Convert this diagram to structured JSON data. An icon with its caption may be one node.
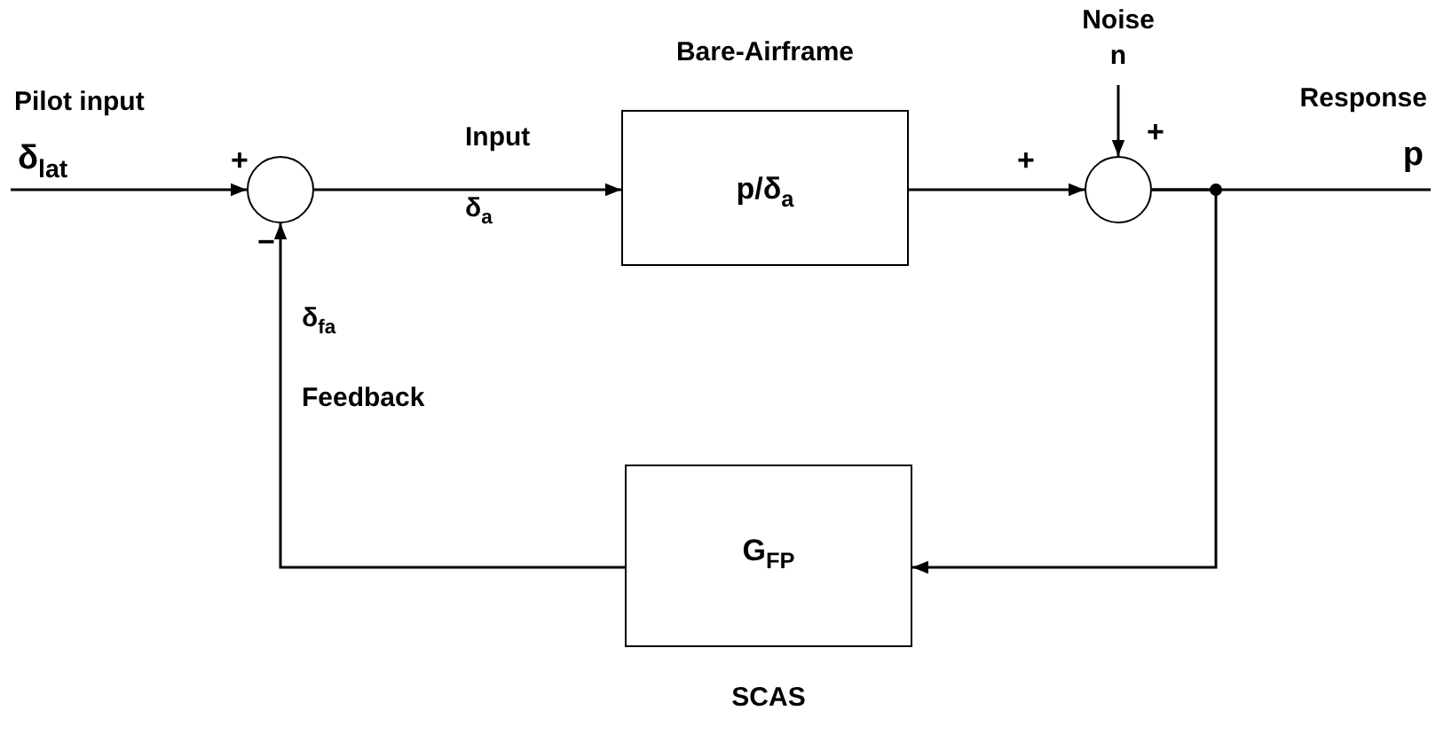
{
  "diagram": {
    "nodes": [
      {
        "text": [
          "Pilot input",
          "δ$_{lat}$"
        ]
      },
      {
        "text": [],
        "shape": "circle",
        "beside": [
          "+",
          "−"
        ]
      },
      {
        "text": [
          "Bare-Airframe",
          "p/δ$_{a}$"
        ]
      },
      {
        "text": [],
        "shape": "circle",
        "beside": [
          "+",
          "+"
        ]
      },
      {
        "text": [
          "Noise",
          "n"
        ]
      },
      {
        "text": [
          "Response",
          "p"
        ]
      },
      {
        "text": [
          "G$_{F}$$_{P}$",
          "SCAS"
        ]
      }
    ],
    "edges": [
      {
        "from": 0,
        "to": 1,
        "arrow": "to"
      },
      {
        "from": 1,
        "to": 2,
        "arrow": "to",
        "label": "Input δ$_{a}$"
      },
      {
        "from": 2,
        "to": 3,
        "arrow": "to"
      },
      {
        "from": 4,
        "to": 3,
        "arrow": "to"
      },
      {
        "from": 3,
        "to": 5,
        "arrow": "none"
      },
      {
        "from": 3,
        "to": 6,
        "arrow": "to"
      },
      {
        "from": 6,
        "to": 1,
        "arrow": "to",
        "label": "δ$_{f}$$_{a}$ Feedback"
      }
    ]
  }
}
